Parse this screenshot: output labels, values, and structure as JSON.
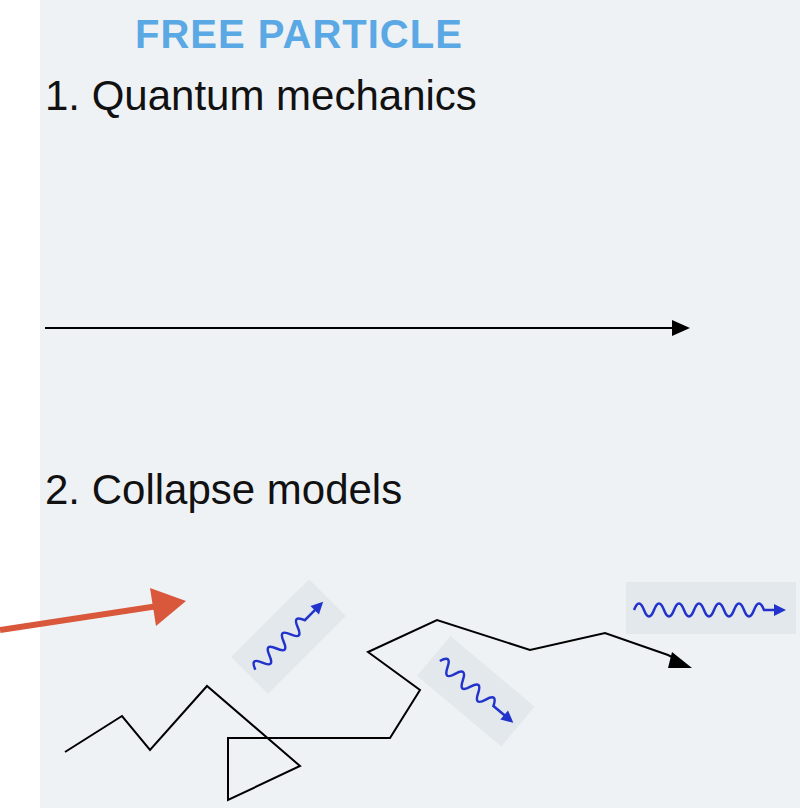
{
  "diagram": {
    "title": "FREE PARTICLE",
    "labels": [
      "1. Quantum mechanics",
      "2. Collapse models"
    ]
  }
}
